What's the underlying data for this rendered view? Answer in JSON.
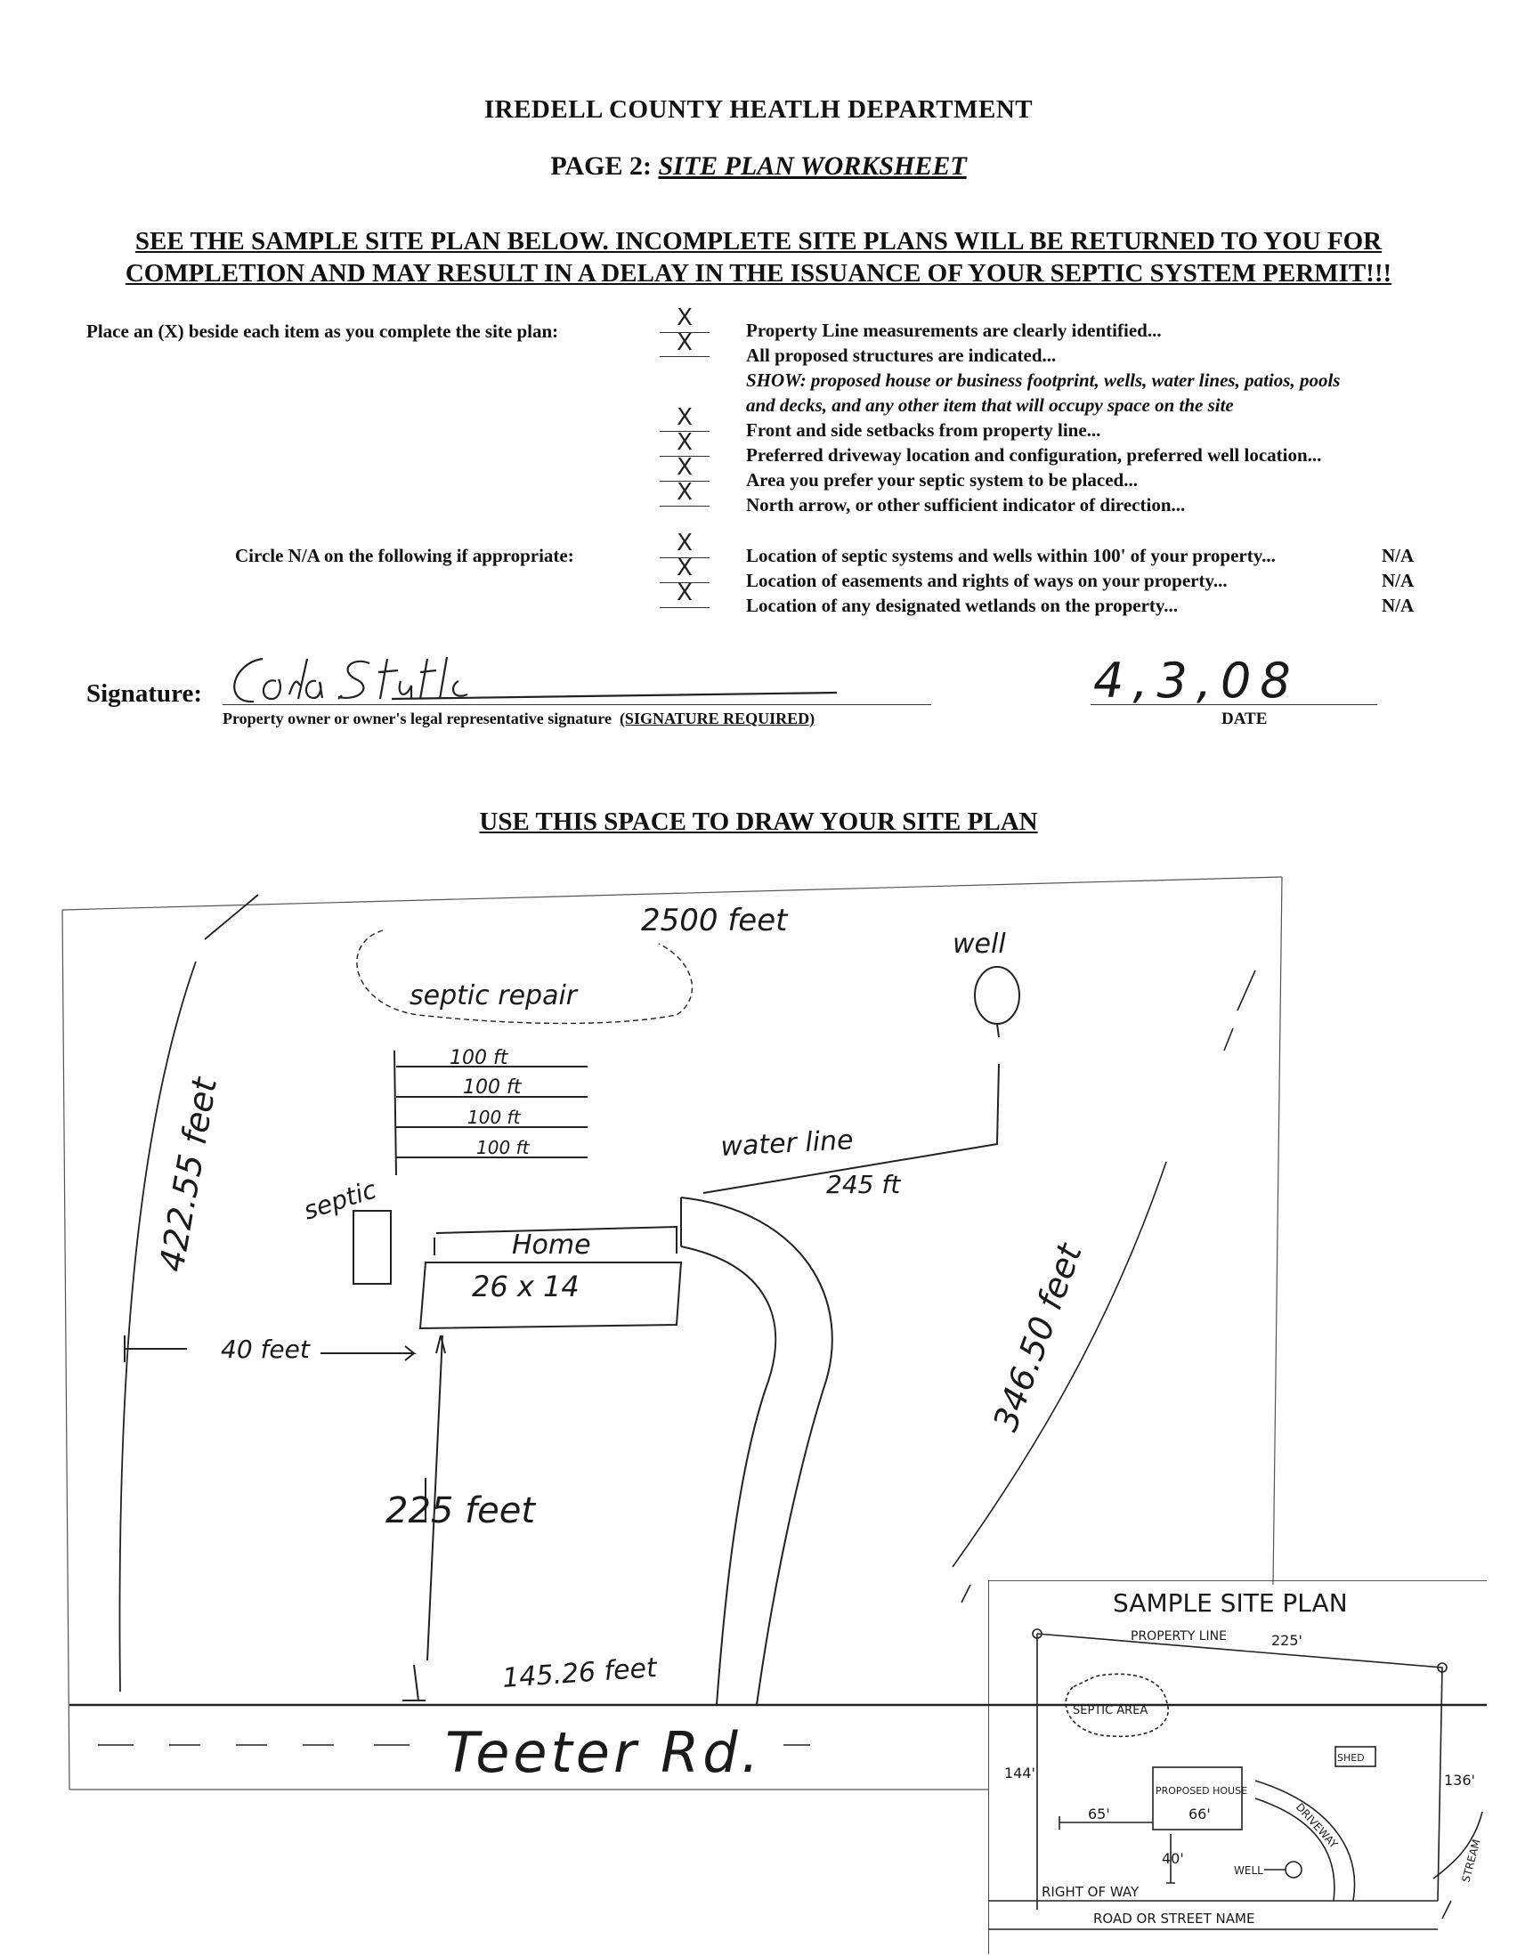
{
  "header": {
    "title": "IREDELL COUNTY HEATLH DEPARTMENT",
    "page_label": "PAGE 2:",
    "page_title": "SITE PLAN WORKSHEET"
  },
  "warning": {
    "line1": "SEE THE SAMPLE SITE PLAN BELOW. INCOMPLETE SITE PLANS WILL BE RETURNED TO YOU FOR",
    "line2": "COMPLETION AND MAY RESULT IN A DELAY IN THE ISSUANCE OF YOUR SEPTIC SYSTEM PERMIT!!!"
  },
  "checklist": {
    "instruction": "Place an (X) beside each item as you complete the site plan:",
    "items": [
      {
        "mark": "X",
        "text": "Property Line measurements are clearly identified..."
      },
      {
        "mark": "X",
        "text": "All proposed structures are indicated..."
      },
      {
        "mark": "",
        "text": "SHOW: proposed house or business footprint, wells, water lines, patios, pools"
      },
      {
        "mark": "",
        "text": "and decks, and any other item that will occupy space on the site"
      },
      {
        "mark": "X",
        "text": "Front and side setbacks from property line..."
      },
      {
        "mark": "X",
        "text": "Preferred driveway location and configuration, preferred well location..."
      },
      {
        "mark": "X",
        "text": "Area you prefer your septic system to be placed..."
      },
      {
        "mark": "X",
        "text": "North arrow, or other sufficient indicator of direction..."
      }
    ]
  },
  "na_section": {
    "instruction": "Circle N/A on the following if appropriate:",
    "items": [
      {
        "mark": "X",
        "text": "Location of septic systems and wells within 100' of your property...",
        "na": "N/A"
      },
      {
        "mark": "X",
        "text": "Location of easements and rights of ways on your property...",
        "na": "N/A"
      },
      {
        "mark": "X",
        "text": "Location of any designated wetlands on the property...",
        "na": "N/A"
      }
    ]
  },
  "signature": {
    "label": "Signature:",
    "caption": "Property owner or owner's legal representative signature",
    "required": "(SIGNATURE REQUIRED)",
    "date_value": "4,3,08",
    "date_label": "DATE"
  },
  "site_plan": {
    "heading": "USE THIS SPACE TO DRAW YOUR SITE PLAN",
    "labels": {
      "top_line": "2500 feet",
      "septic_repair": "septic repair",
      "well": "well",
      "line1": "100 ft",
      "line2": "100 ft",
      "line3": "100 ft",
      "line4": "100 ft",
      "water_line": "water line",
      "water_len": "245 ft",
      "septic": "septic",
      "home": "Home",
      "home_size": "26 x 14",
      "left_line": "422.55 feet",
      "right_line": "346.50 feet",
      "setback_side": "40 feet",
      "setback_front": "225 feet",
      "road_frontage": "145.26 feet",
      "road": "Teeter Rd."
    }
  },
  "sample_plan": {
    "title": "SAMPLE SITE PLAN",
    "property_line": "PROPERTY LINE",
    "top_len": "225'",
    "septic_area": "SEPTIC AREA",
    "shed": "SHED",
    "proposed_house": "PROPOSED HOUSE",
    "left_len": "144'",
    "right_len": "136'",
    "setback": "65'",
    "house_width": "66'",
    "front_setback": "40'",
    "well": "WELL",
    "driveway": "DRIVEWAY",
    "row": "RIGHT OF WAY",
    "road": "ROAD OR STREET NAME",
    "stream": "STREAM"
  }
}
